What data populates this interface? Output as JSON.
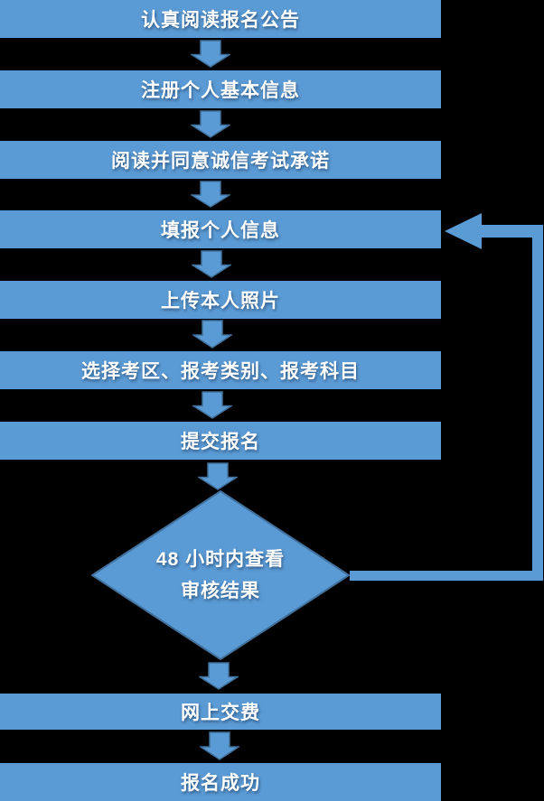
{
  "colors": {
    "background": "#000000",
    "box_fill": "#5b9bd5",
    "shape_border": "#41719c",
    "text": "#ffffff"
  },
  "flowchart": {
    "steps": [
      {
        "label": "认真阅读报名公告"
      },
      {
        "label": "注册个人基本信息"
      },
      {
        "label": "阅读并同意诚信考试承诺"
      },
      {
        "label": "填报个人信息"
      },
      {
        "label": "上传本人照片"
      },
      {
        "label": "选择考区、报考类别、报考科目"
      },
      {
        "label": "提交报名"
      }
    ],
    "decision": {
      "lines": [
        "48 小时内查看",
        "审核结果"
      ]
    },
    "post_steps": [
      {
        "label": "网上交费"
      },
      {
        "label": "报名成功"
      }
    ]
  }
}
